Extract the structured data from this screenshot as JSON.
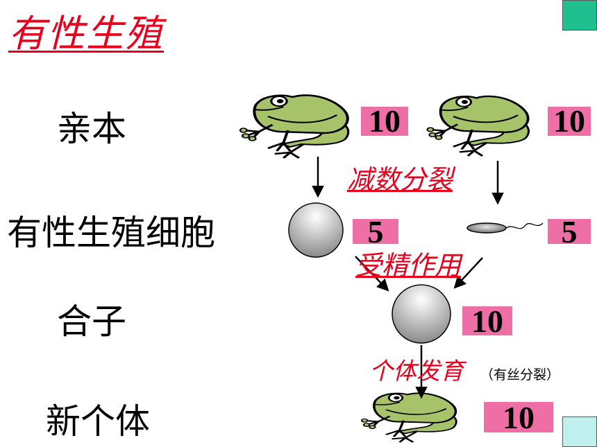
{
  "title": "有性生殖",
  "rows": {
    "parent": "亲本",
    "gamete": "有性生殖细胞",
    "zygote": "合子",
    "new_individual": "新个体"
  },
  "numbers": {
    "parent_female": "10",
    "parent_male": "10",
    "egg": "5",
    "sperm": "5",
    "zygote": "10",
    "offspring": "10"
  },
  "processes": {
    "meiosis": "减数分裂",
    "fertilization": "受精作用",
    "development": "个体发育",
    "development_note": "（有丝分裂）"
  },
  "colors": {
    "title": "#e8001c",
    "number_bg": "#ee6fa6",
    "nav_prev": "#1fbf8f",
    "nav_next": "#bff0ee",
    "frog_body": "#a6c36a"
  },
  "icons": [
    "frog-icon",
    "egg-cell-icon",
    "sperm-cell-icon",
    "zygote-icon",
    "arrow-icon"
  ]
}
